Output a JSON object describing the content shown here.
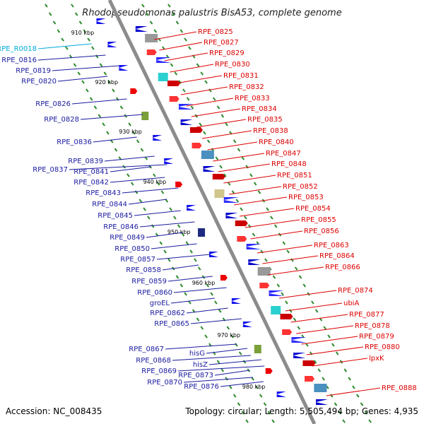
{
  "title": "Rhodopseudomonas palustris BisA53, complete genome",
  "footer": {
    "accession": "Accession: NC_008435",
    "topology": "Topology: circular; Length: 5,505,494 bp; Genes: 4,935"
  },
  "colors": {
    "backbone": "#8c8c8c",
    "left_labels": "#1a1aa0",
    "right_labels": "#dd0000",
    "special_label": "#00aadd",
    "tick": "#2e8b2e"
  },
  "scale_labels": [
    "910 kbp",
    "920 kbp",
    "930 kbp",
    "940 kbp",
    "950 kbp",
    "960 kbp",
    "970 kbp",
    "980 kbp"
  ],
  "left_genes": [
    "RPE_R0018",
    "RPE_0816",
    "RPE_0819",
    "RPE_0820",
    "RPE_0826",
    "RPE_0828",
    "RPE_0836",
    "RPE_0839",
    "RPE_0837",
    "RPE_0841",
    "RPE_0842",
    "RPE_0843",
    "RPE_0844",
    "RPE_0845",
    "RPE_0846",
    "RPE_0849",
    "RPE_0850",
    "RPE_0857",
    "RPE_0858",
    "RPE_0859",
    "RPE_0860",
    "groEL",
    "RPE_0862",
    "RPE_0865",
    "RPE_0867",
    "RPE_0868",
    "RPE_0869",
    "RPE_0870",
    "hisG",
    "hisZ",
    "RPE_0873",
    "RPE_0876"
  ],
  "right_genes": [
    "RPE_0825",
    "RPE_0827",
    "RPE_0829",
    "RPE_0830",
    "RPE_0831",
    "RPE_0832",
    "RPE_0833",
    "RPE_0834",
    "RPE_0835",
    "RPE_0838",
    "RPE_0840",
    "RPE_0847",
    "RPE_0848",
    "RPE_0851",
    "RPE_0852",
    "RPE_0853",
    "RPE_0854",
    "RPE_0855",
    "RPE_0856",
    "RPE_0863",
    "RPE_0864",
    "RPE_0866",
    "RPE_0874",
    "ubiA",
    "RPE_0877",
    "RPE_0878",
    "RPE_0879",
    "RPE_0880",
    "lpxK",
    "RPE_0888"
  ]
}
